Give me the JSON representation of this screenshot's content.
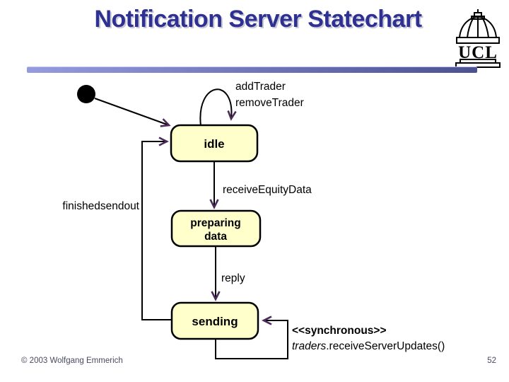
{
  "title": "Notification Server Statechart",
  "logo": {
    "text": "UCL"
  },
  "colors": {
    "title_text": "#2e3192",
    "divider_left": "#959bde",
    "divider_right": "#4c5192",
    "state_fill": "#ffffcc",
    "state_border": "#000000",
    "arrowhead": "#4b2a5a",
    "footer_text": "#4a4a63"
  },
  "diagram": {
    "states": [
      {
        "id": "idle",
        "label": "idle"
      },
      {
        "id": "preparing-data",
        "label_line1": "preparing",
        "label_line2": "data"
      },
      {
        "id": "sending",
        "label": "sending"
      }
    ],
    "transitions": {
      "idle_self_line1": "addTrader",
      "idle_self_line2": "removeTrader",
      "idle_to_preparing": "receiveEquityData",
      "preparing_to_sending": "reply",
      "sending_to_idle": "finishedsendout",
      "sending_self_stereotype": "<<synchronous>>",
      "sending_self_object": "traders",
      "sending_self_method": ".receiveServerUpdates()"
    }
  },
  "footer": {
    "copyright": "© 2003 Wolfgang Emmerich",
    "page": "52"
  }
}
